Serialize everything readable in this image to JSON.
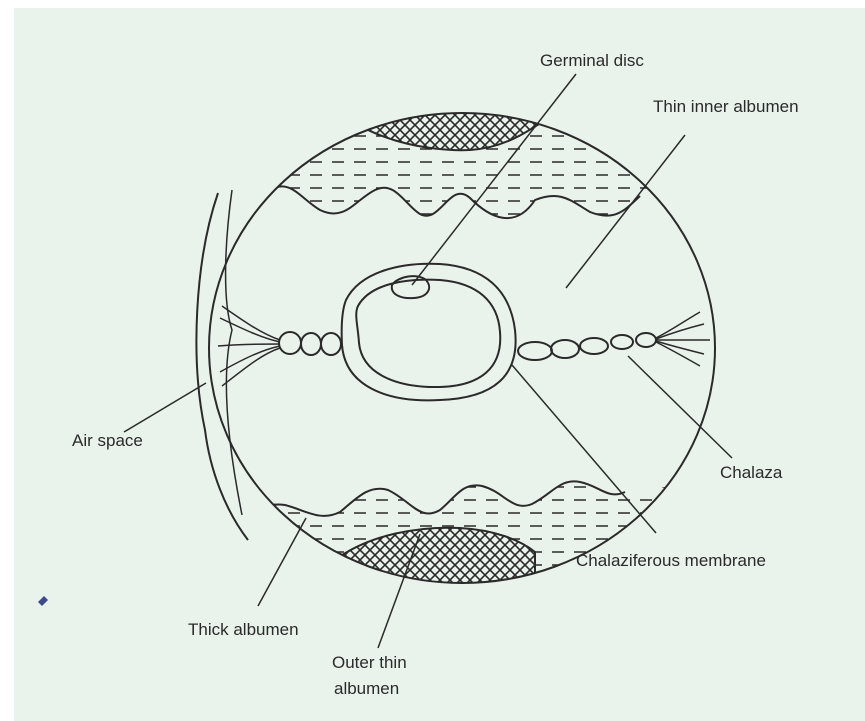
{
  "diagram": {
    "labels": {
      "germinal_disc": "Germinal disc",
      "thin_inner_albumen": "Thin inner albumen",
      "air_space": "Air space",
      "chalaza": "Chalaza",
      "chalaziferous_membrane": "Chalaziferous membrane",
      "thick_albumen": "Thick albumen",
      "outer_thin_albumen_line1": "Outer thin",
      "outer_thin_albumen_line2": "albumen"
    }
  }
}
